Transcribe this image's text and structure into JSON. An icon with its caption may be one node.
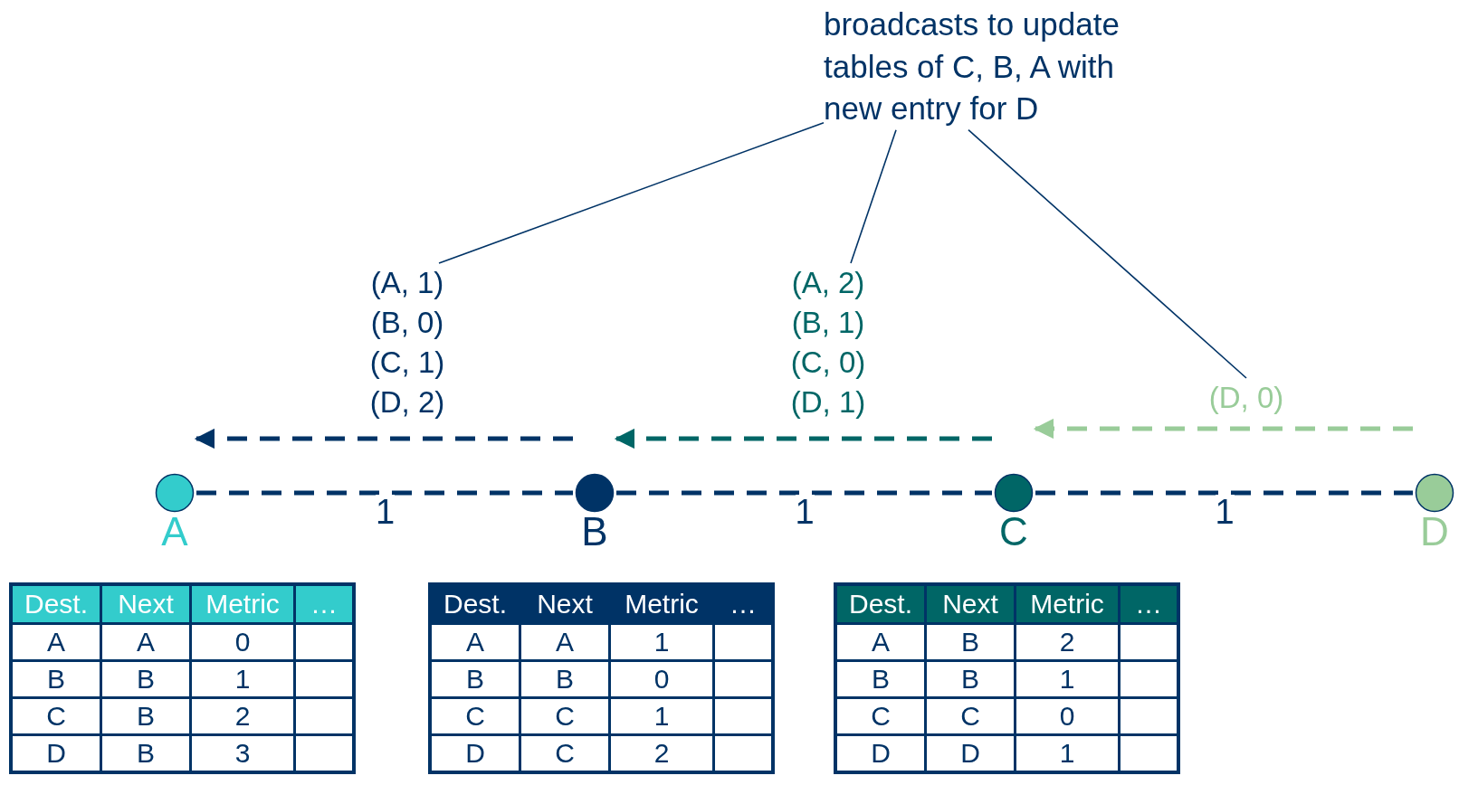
{
  "diagram": {
    "nodes": [
      {
        "text": [
          "A"
        ]
      },
      {
        "text": [
          "B"
        ]
      },
      {
        "text": [
          "C"
        ]
      },
      {
        "text": [
          "D"
        ]
      },
      {
        "text": [
          "broadcasts to update tables of C, B, A with new entry for D"
        ]
      },
      {
        "text": [
          "(A, 1)",
          "(B, 0)",
          "(C, 1)",
          "(D, 2)"
        ]
      },
      {
        "text": [
          "(A, 2)",
          "(B, 1)",
          "(C, 0)",
          "(D, 1)"
        ]
      },
      {
        "text": [
          "(D, 0)"
        ]
      }
    ],
    "edges": [
      {
        "from": 0,
        "to": 1,
        "arrow": "none",
        "style": "dashed",
        "label": "1"
      },
      {
        "from": 1,
        "to": 2,
        "arrow": "none",
        "style": "dashed",
        "label": "1"
      },
      {
        "from": 2,
        "to": 3,
        "arrow": "none",
        "style": "dashed",
        "label": "1"
      },
      {
        "from": 1,
        "to": 0,
        "arrow": "to",
        "style": "dashed"
      },
      {
        "from": 2,
        "to": 1,
        "arrow": "to",
        "style": "dashed",
        "color": "#006666"
      },
      {
        "from": 3,
        "to": 2,
        "arrow": "to",
        "style": "dashed",
        "color": "#99cc99"
      },
      {
        "from": 4,
        "to": 5,
        "arrow": "none"
      },
      {
        "from": 4,
        "to": 6,
        "arrow": "none"
      },
      {
        "from": 4,
        "to": 7,
        "arrow": "none"
      }
    ],
    "labels": [
      "Dest.",
      "Next",
      "Metric",
      "…",
      "A",
      "A",
      "0",
      "B",
      "B",
      "1",
      "C",
      "B",
      "2",
      "D",
      "B",
      "3",
      "Dest.",
      "Next",
      "Metric",
      "…",
      "A",
      "A",
      "1",
      "B",
      "B",
      "0",
      "C",
      "C",
      "1",
      "D",
      "C",
      "2",
      "Dest.",
      "Next",
      "Metric",
      "…",
      "A",
      "B",
      "2",
      "B",
      "B",
      "1",
      "C",
      "C",
      "0",
      "D",
      "D",
      "1"
    ]
  }
}
